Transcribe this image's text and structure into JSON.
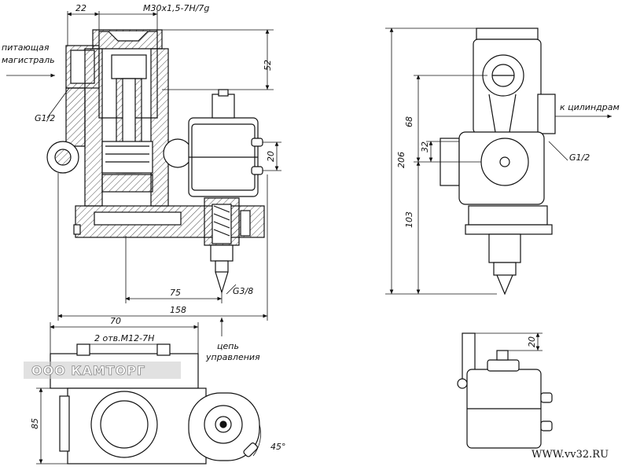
{
  "labels": {
    "supply_line_1": "питающая",
    "supply_line_2": "магистраль",
    "to_cylinders": "к цилиндрам",
    "control_1": "цепь",
    "control_2": "управления",
    "thread_g12_left": "G1/2",
    "thread_g12_right": "G1/2",
    "thread_g38": "G3/8",
    "thread_m30": "M30x1,5-7H/7g",
    "holes": "2 отв.M12-7H"
  },
  "dimensions": {
    "d22": "22",
    "d52": "52",
    "d20_top": "20",
    "d75": "75",
    "d158": "158",
    "d70": "70",
    "d85": "85",
    "d45": "45°",
    "d206": "206",
    "d68": "68",
    "d32": "32",
    "d103": "103",
    "d20_bottom": "20"
  },
  "watermark": "ООО КАМТОРГ",
  "site": "WWW.vv32.RU"
}
